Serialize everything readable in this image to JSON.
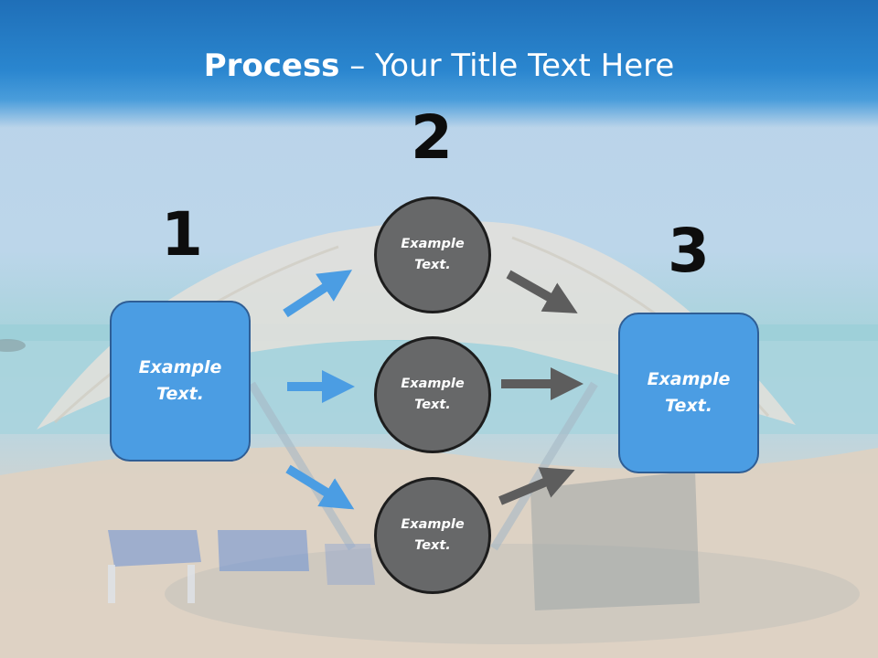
{
  "slide": {
    "title_bold": "Process",
    "title_rest": " – Your Title Text Here"
  },
  "steps": [
    {
      "number": "1",
      "line1": "Example",
      "line2": "Text."
    },
    {
      "number": "2"
    },
    {
      "number": "3",
      "line1": "Example",
      "line2": "Text."
    }
  ],
  "circles": [
    {
      "line1": "Example",
      "line2": "Text."
    },
    {
      "line1": "Example",
      "line2": "Text."
    },
    {
      "line1": "Example",
      "line2": "Text."
    }
  ],
  "colors": {
    "box_fill": "#4b9de3",
    "circle_fill": "#676869",
    "arrow_blue": "#4b9de3",
    "arrow_gray": "#5d5d5d",
    "header": "#2a86cf"
  }
}
